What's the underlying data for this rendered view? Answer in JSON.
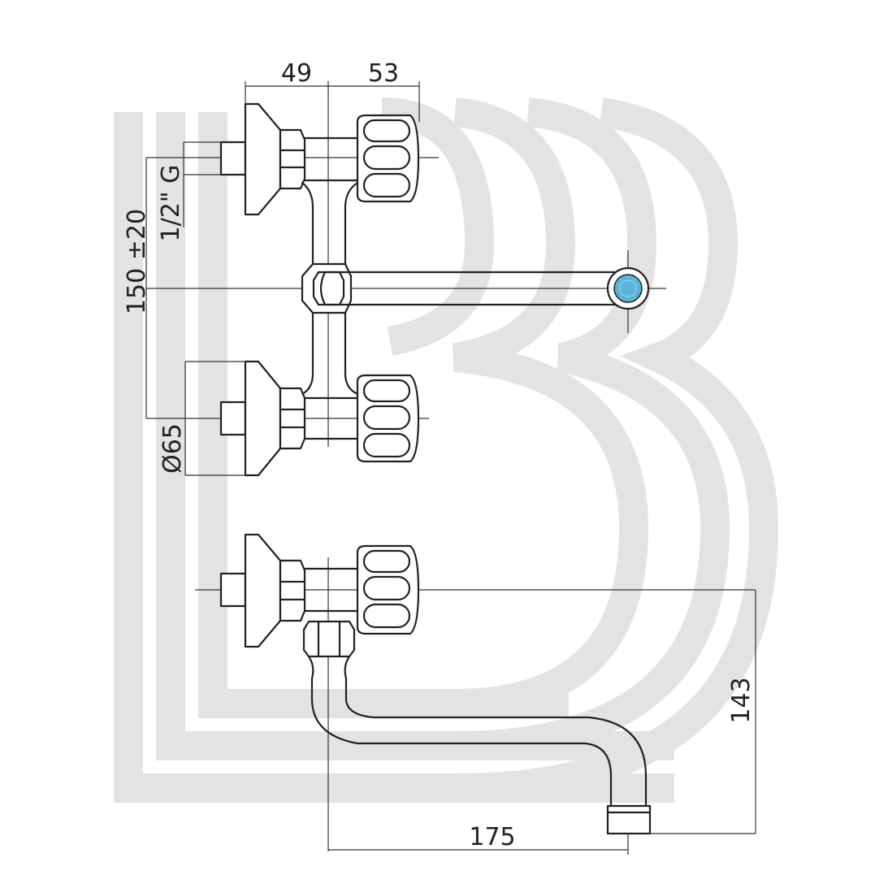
{
  "dimensions": {
    "d49": "49",
    "d53": "53",
    "d150": "150 ±20",
    "thread": "1/2\" G",
    "dia": "Ø65",
    "d143": "143",
    "d175": "175"
  },
  "colors": {
    "line": "#222222",
    "watermark": "#e3e3e3",
    "aerator": "#5ab4dc"
  },
  "watermark": {
    "shape": "stylized letters LB"
  }
}
